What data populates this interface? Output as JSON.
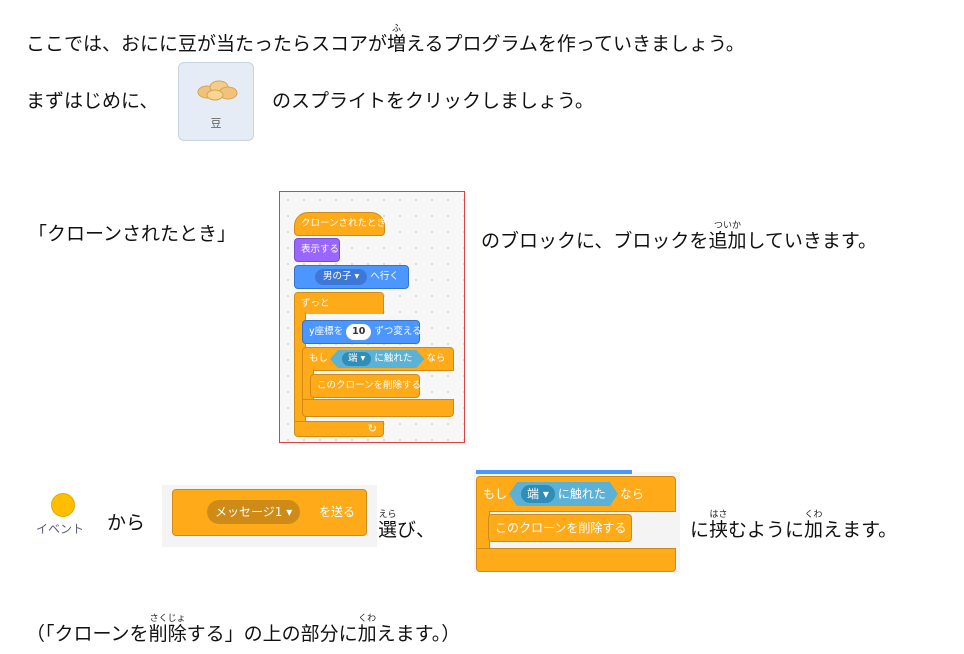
{
  "intro": {
    "part1": "ここでは、おにに豆が当たったらスコアが",
    "ruby_base": "増",
    "ruby_text": "ふ",
    "part2": "えるプログラムを作っていきましょう。"
  },
  "step1": {
    "before": "まずはじめに、",
    "after": "のスプライトをクリックしましょう。",
    "sprite_name": "豆",
    "sprite_icon": "bean-icon"
  },
  "step2": {
    "label": "「クローンされたとき」",
    "after_1": "のブロックに、ブロックを",
    "ruby_base": "追加",
    "ruby_text": "ついか",
    "after_2": "していきます。"
  },
  "script": {
    "hat": "クローンされたとき",
    "show": "表示する",
    "goto_target": "男の子",
    "goto_suffix": "へ行く",
    "forever": "ずっと",
    "change_y_prefix": "y座標を",
    "change_y_value": "10",
    "change_y_suffix": "ずつ変える",
    "if_prefix": "もし",
    "touching_target": "端",
    "touching_suffix": "に触れた",
    "if_suffix": "なら",
    "delete_clone": "このクローンを削除する"
  },
  "step3": {
    "event_label": "イベント",
    "from": "から",
    "broadcast_message": "メッセージ1",
    "broadcast_suffix": "を送る",
    "select_ruby_base": "選",
    "select_ruby_text": "えら",
    "select_after": "び、",
    "insert_before": "に",
    "insert_ruby_base": "挟",
    "insert_ruby_text": "はさ",
    "insert_middle": "むように",
    "add_ruby_base": "加",
    "add_ruby_text": "くわ",
    "insert_after": "えます。"
  },
  "note": {
    "before": "（「クローンを",
    "ruby_base": "削除",
    "ruby_text": "さくじょ",
    "middle": "する」の上の部分に",
    "ruby2_base": "加",
    "ruby2_text": "くわ",
    "after": "えます。）"
  },
  "colors": {
    "control": "#ffab19",
    "looks": "#9966ff",
    "motion": "#4c97ff",
    "sensing": "#5cb1d6",
    "events": "#ffbf00",
    "highlight_border": "#e24040"
  }
}
